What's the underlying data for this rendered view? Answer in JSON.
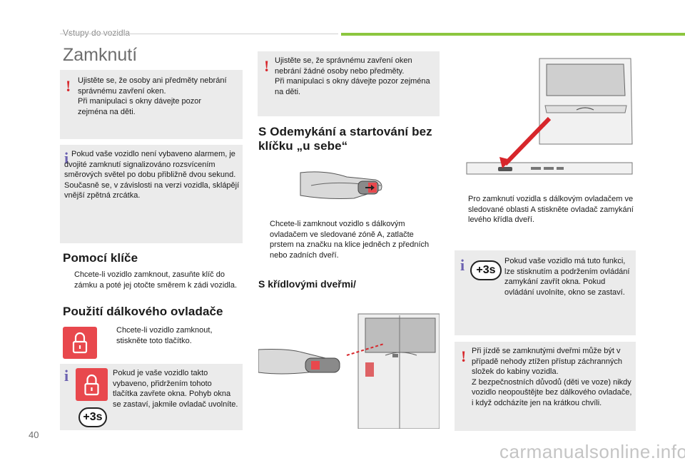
{
  "header": {
    "section": "Vstupy do vozidla",
    "title": "Zamknutí"
  },
  "left": {
    "warn1": "Ujistěte se, že osoby ani předměty nebrání správnému zavření oken.\nPři manipulaci s okny dávejte pozor zejména na děti.",
    "info1": "Pokud vaše vozidlo není vybaveno alarmem, je dvojité zamknutí signalizováno rozsvícením směrových světel po dobu přibližně dvou sekund.\nSoučasně se, v závislosti na verzi vozidla, sklápějí vnější zpětná zrcátka.",
    "h_key": "Pomocí klíče",
    "key_bullet": "Chcete-li vozidlo zamknout, zasuňte klíč do zámku a poté jej otočte směrem k zádi vozidla.",
    "h_remote": "Použití dálkového ovladače",
    "remote_bullet": "Chcete-li vozidlo zamknout, stiskněte toto tlačítko.",
    "info2": "Pokud je vaše vozidlo takto vybaveno, přidržením tohoto tlačítka zavřete okna. Pohyb okna se zastaví, jakmile ovladač uvolníte.",
    "three_s": "+3s"
  },
  "middle": {
    "warn2": "Ujistěte se, že správnému zavření oken nebrání žádné osoby nebo předměty.\nPři manipulaci s okny dávejte pozor zejména na děti.",
    "h_keyless": "S Odemykání a startování bez klíčku „u sebe“",
    "keyless_bullet": "Chcete-li zamknout vozidlo s dálkovým ovladačem ve sledované zóně A, zatlačte prstem na značku na klice jedněch z předních nebo zadních dveří.",
    "h_wing": "S křídlovými dveřmi/"
  },
  "right": {
    "wing_bullet": "Pro zamknutí vozidla s dálkovým ovladačem ve sledované oblasti A stiskněte ovladač zamykání levého křídla dveří.",
    "info3": "Pokud vaše vozidlo má tuto funkci, lze stisknutím a podržením ovládání zamykání zavřít okna. Pokud ovládání uvolníte, okno se zastaví.",
    "three_s": "+3s",
    "warn3": "Při jízdě se zamknutými dveřmi může být v případě nehody ztížen přístup záchranných složek do kabiny vozidla.\nZ bezpečnostních důvodů (děti ve voze) nikdy vozidlo neopouštějte bez dálkového ovladače, i když odcházíte jen na krátkou chvíli."
  },
  "footer": {
    "page_number": "40",
    "watermark": "carmanualsonline.info"
  },
  "glyphs": {
    "warn": "!",
    "info": "i",
    "bullet": ""
  },
  "colors": {
    "accent_green": "#8cc63f",
    "warn_red": "#d7262b",
    "info_purple": "#6b61b0",
    "box_grey": "#ebebeb"
  }
}
